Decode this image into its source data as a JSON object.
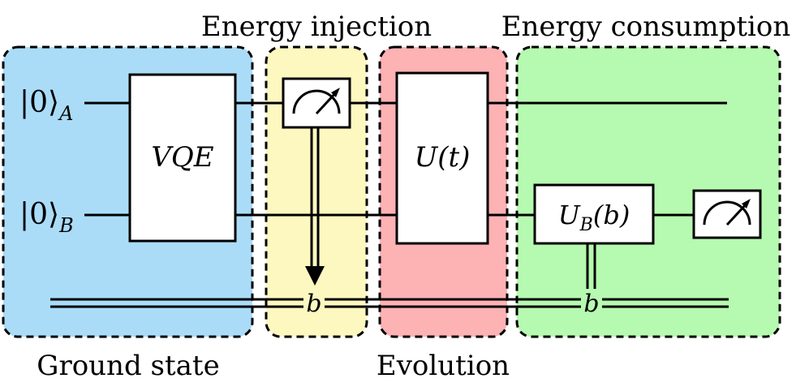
{
  "regions": {
    "ground_state": {
      "label": "Ground state",
      "color": "#aadcf8"
    },
    "energy_injection": {
      "label": "Energy injection",
      "color": "#fdf7c0"
    },
    "evolution": {
      "label": "Evolution",
      "color": "#fdb2b4"
    },
    "energy_consumption": {
      "label": "Energy consumption",
      "color": "#b6f9b0"
    }
  },
  "wires": {
    "qubit_a": {
      "ket": "|0⟩",
      "subscript": "A"
    },
    "qubit_b": {
      "ket": "|0⟩",
      "subscript": "B"
    },
    "classical_bit": "b"
  },
  "gates": {
    "vqe": "VQE",
    "evolution": "U(t)",
    "controlled": {
      "main": "U",
      "subscript": "B",
      "arg": "(b)"
    }
  },
  "meters": [
    "measurement-on-A",
    "measurement-on-B"
  ]
}
